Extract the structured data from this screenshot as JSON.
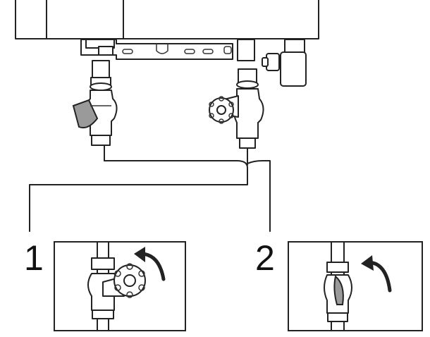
{
  "steps": [
    {
      "number": "1",
      "valve": "wheel-valve",
      "rotation": "counterclockwise"
    },
    {
      "number": "2",
      "valve": "lever-valve",
      "rotation": "counterclockwise"
    }
  ],
  "colors": {
    "line": "#222222",
    "shade": "#9a9a9a",
    "background": "#ffffff"
  }
}
